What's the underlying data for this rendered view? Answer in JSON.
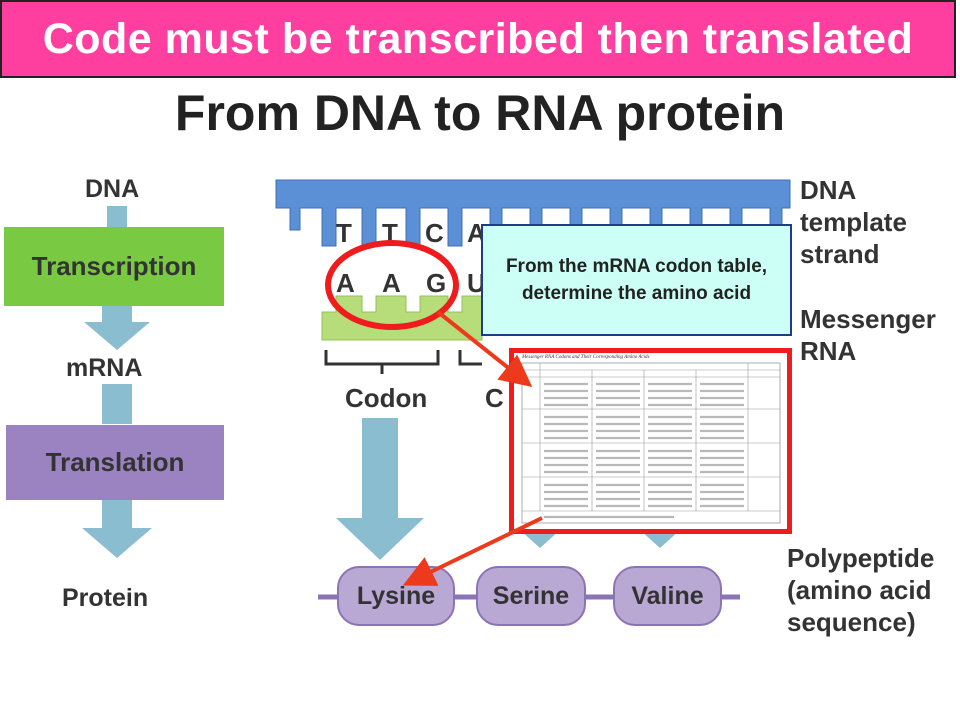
{
  "banner": {
    "title": "Code must be transcribed then translated"
  },
  "heading": "From DNA to RNA protein",
  "left_flow": {
    "dna": "DNA",
    "transcription": "Transcription",
    "mrna": "mRNA",
    "translation": "Translation",
    "protein": "Protein"
  },
  "right_labels": {
    "dna_template": "DNA template strand",
    "messenger": "Messenger RNA",
    "polypeptide": "Polypeptide (amino acid sequence)"
  },
  "dna_bases": [
    "T",
    "T",
    "C",
    "A"
  ],
  "rna_bases": [
    "A",
    "A",
    "G",
    "U"
  ],
  "codon_label": "Codon",
  "codon_label_partial": "C",
  "callout": "From the mRNA codon table, determine the amino acid",
  "codon_table": {
    "title": "Messenger RNA Codons and Their Corresponding Amino Acids"
  },
  "amino_acids": [
    "Lysine",
    "Serine",
    "Valine"
  ],
  "colors": {
    "banner": "#ff3fa0",
    "transcription_box": "#7ac943",
    "translation_box": "#9b82c0",
    "dna_strand": "#5b8fd6",
    "mrna_strand": "#b6dd7a",
    "arrow": "#8bbdd0",
    "highlight": "#ee1c1c",
    "callout_fill": "#ccfff5"
  }
}
